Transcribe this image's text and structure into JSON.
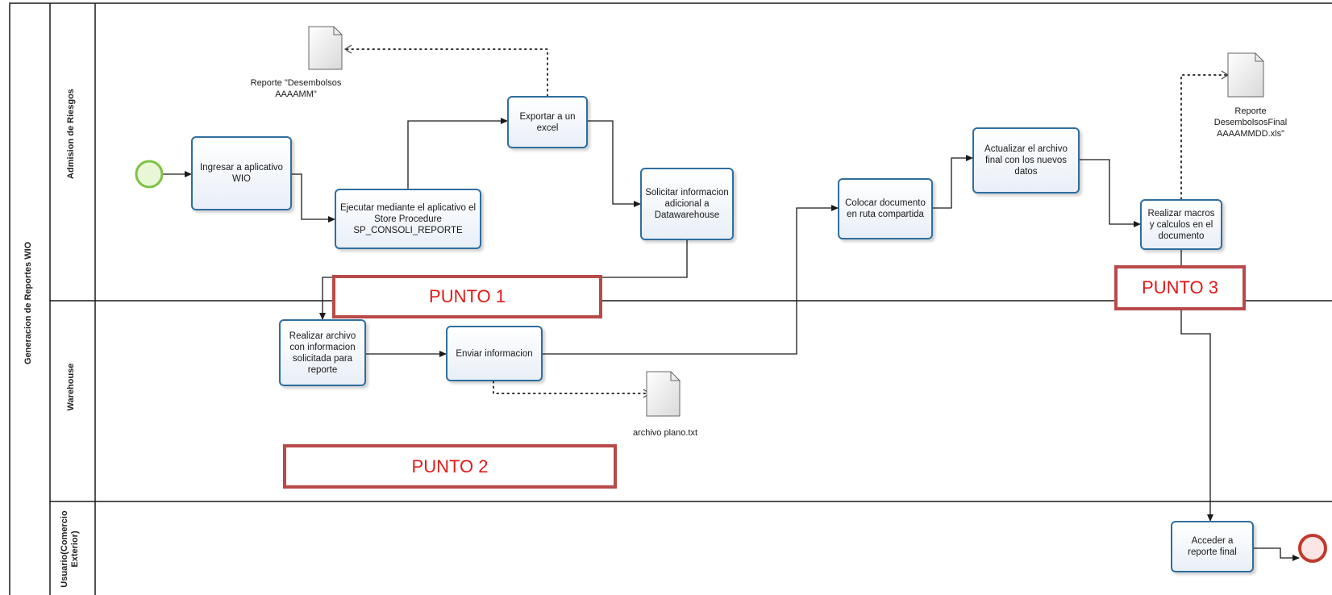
{
  "pool": {
    "title": "Generacion de Reportes WIO"
  },
  "lanes": [
    {
      "id": "admision",
      "label": "Admision de Riesgos"
    },
    {
      "id": "warehouse",
      "label": "Warehouse"
    },
    {
      "id": "usuario",
      "label": "Usuario(Comercio Exterior)"
    }
  ],
  "tasks": {
    "ingresar": "Ingresar a aplicativo WIO",
    "ejecutar": "Ejecutar mediante el aplicativo el Store Procedure SP_CONSOLI_REPORTE",
    "exportar": "Exportar a un excel",
    "solicitar": "Solicitar informacion adicional a Datawarehouse",
    "realizar_archivo": "Realizar archivo con informacion solicitada para reporte",
    "enviar": "Enviar informacion",
    "colocar": "Colocar documento en ruta compartida",
    "actualizar": "Actualizar el archivo final con los nuevos datos",
    "macros": "Realizar macros y calculos en el documento",
    "acceder": "Acceder a reporte final"
  },
  "documents": {
    "desembolsos": "Reporte \"Desembolsos AAAAMM\"",
    "archivo_plano": "archivo plano.txt",
    "final": "Reporte DesembolsosFinal AAAAMMDD.xls\""
  },
  "callouts": {
    "punto1": "PUNTO 1",
    "punto2": "PUNTO 2",
    "punto3": "PUNTO 3"
  },
  "colors": {
    "task_border": "#2f6e9e",
    "start_event": "#7dc242",
    "end_event": "#c0392b",
    "callout_border": "#b84a4a",
    "callout_text": "#e01a1a"
  }
}
